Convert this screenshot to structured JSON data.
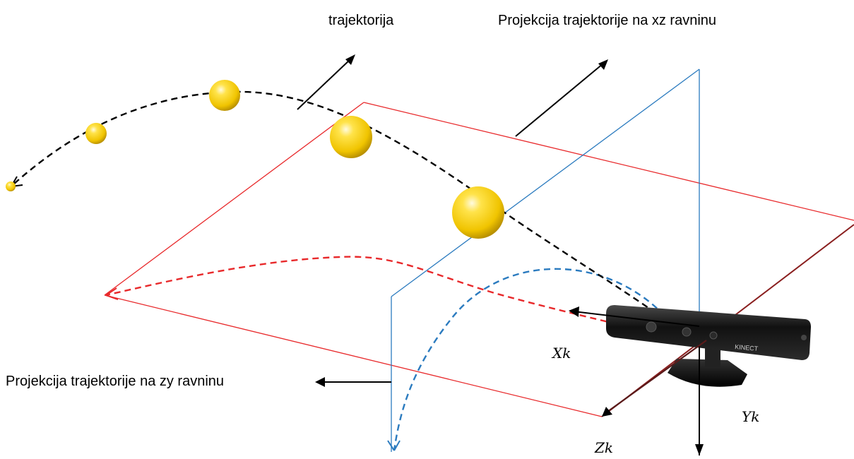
{
  "labels": {
    "trajectory": "trajektorija",
    "projection_xz": "Projekcija trajektorije na xz ravninu",
    "projection_zy": "Projekcija trajektorije na zy ravninu"
  },
  "axes": {
    "x": "Xk",
    "y": "Yk",
    "z": "Zk"
  },
  "device": {
    "brand_text": "KINECT"
  },
  "colors": {
    "trajectory": "#000000",
    "xz_plane": "#e8292b",
    "zy_plane": "#2b7bbf",
    "ball": "#f3cf1a",
    "device_body": "#1a1a1a"
  }
}
